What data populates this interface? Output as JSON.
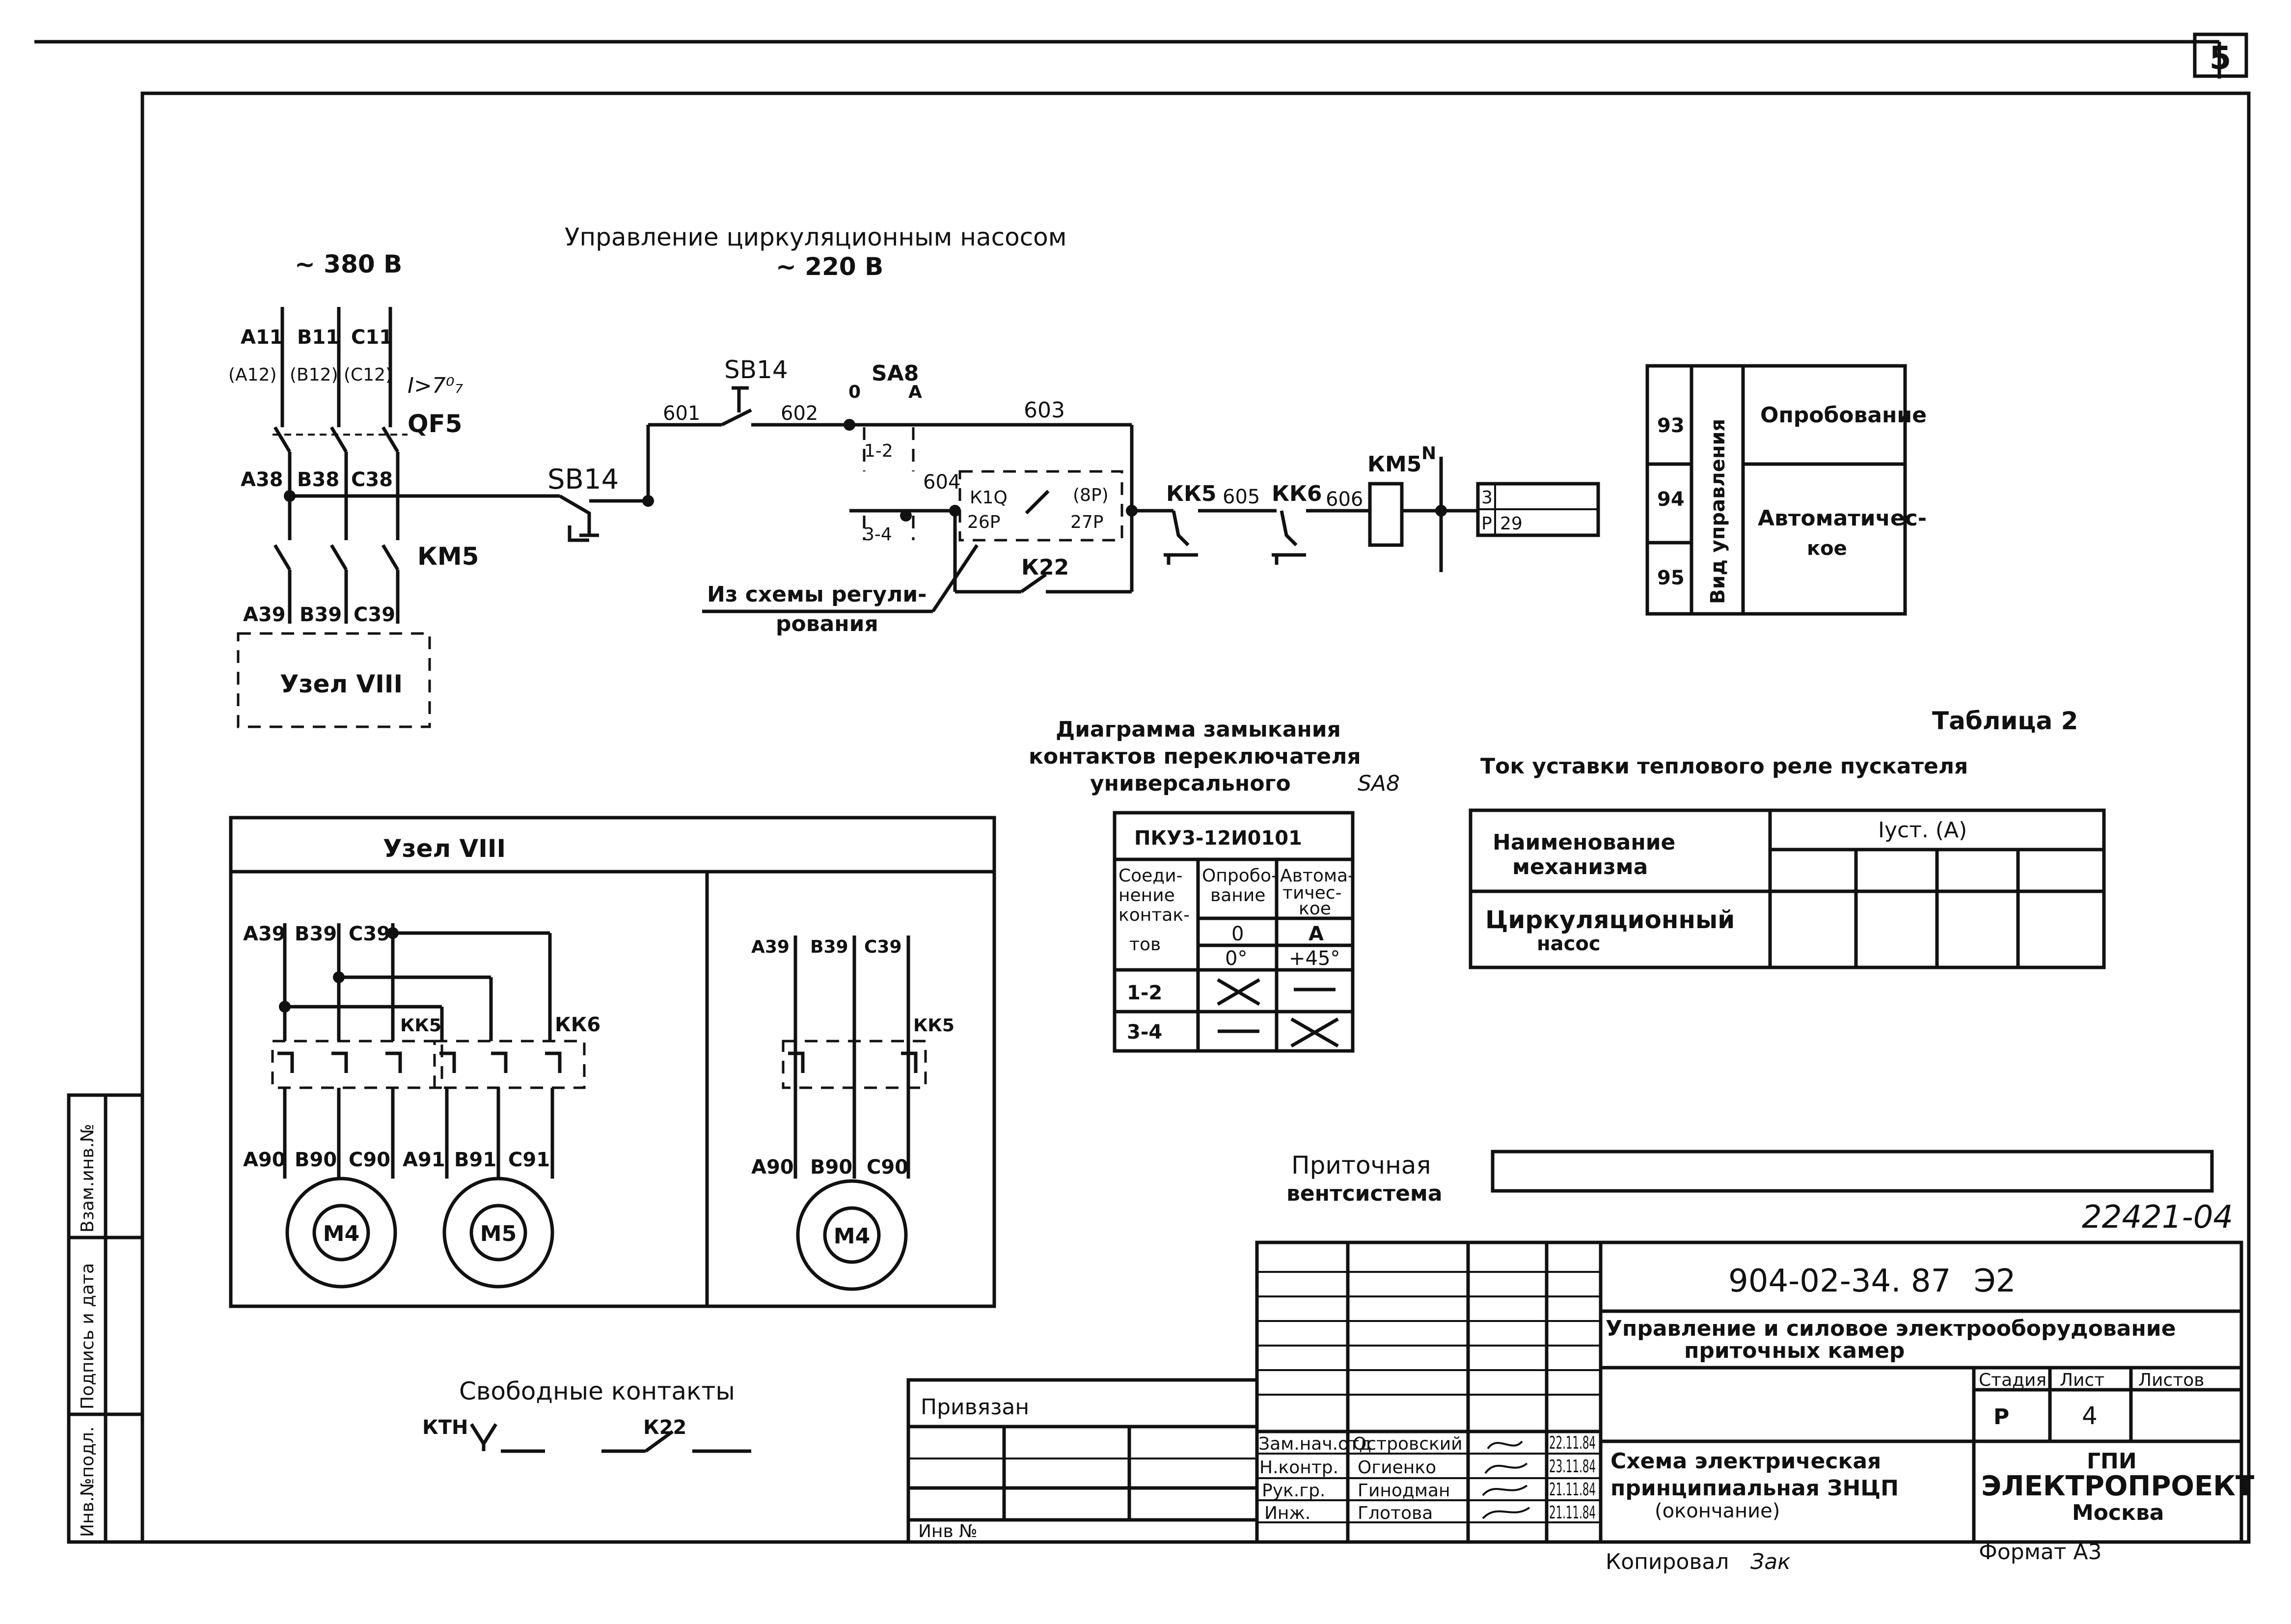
{
  "sheet": {
    "number": "5",
    "doc_id": "22421-04",
    "copied": "Копировал",
    "copied_note": "Зак",
    "format": "Формат А3"
  },
  "side_stamp": [
    "Инв.№подл.",
    "Подпись и дата",
    "Взам.инв.№"
  ],
  "control_scheme": {
    "title": "Управление циркуляционным насосом",
    "control_voltage": "~ 220 В",
    "supply_voltage": "~ 380 В",
    "phases_top": [
      "А11",
      "В11",
      "С11"
    ],
    "phases_alt": [
      "(А12)",
      "(В12)",
      "(С12)"
    ],
    "breaker_setting": "I>7⁰₇",
    "breaker": "QF5",
    "phases_mid": [
      "А38",
      "В38",
      "С38"
    ],
    "contactor": "КМ5",
    "phases_low": [
      "А39",
      "В39",
      "С39"
    ],
    "node_label": "Узел VIII",
    "stop_button": "SB14",
    "start_button": "SB14",
    "wires": [
      "601",
      "602",
      "603",
      "604",
      "605",
      "606"
    ],
    "switch": "SA8",
    "switch_positions": [
      "0",
      "А"
    ],
    "switch_contacts": [
      "1-2",
      "3-4"
    ],
    "regulation_contacts": [
      "К1Q",
      "(8Р)",
      "26Р",
      "27Р"
    ],
    "relay": "К22",
    "regulation_note_1": "Из схемы регули-",
    "regulation_note_2": "рования",
    "thermal_relays": [
      "КК5",
      "КК6"
    ],
    "coil": "КМ5",
    "neutral": "N",
    "ref_numbers": [
      "3",
      "Р",
      "29"
    ]
  },
  "mode_table": {
    "rows": [
      "93",
      "94",
      "95"
    ],
    "header": "Вид управления",
    "modes": [
      "Опробование",
      "Автоматичес-",
      "кое"
    ]
  },
  "sa8_diagram": {
    "title_1": "Диаграмма замыкания",
    "title_2": "контактов переключателя",
    "title_3": "универсального",
    "title_4": "SА8",
    "model": "ПКУ3-12И0101",
    "col_header_1": [
      "Соеди-",
      "нение",
      "контак-",
      "тов"
    ],
    "col_header_2": [
      "Опробо-",
      "вание"
    ],
    "col_header_3": [
      "Автома-",
      "тичес-",
      "кое"
    ],
    "pos_labels": [
      "0",
      "А"
    ],
    "angles": [
      "0°",
      "+45°"
    ],
    "rows": [
      "1-2",
      "3-4"
    ]
  },
  "table2": {
    "label": "Таблица 2",
    "title": "Ток уставки теплового реле пускателя",
    "col_name_1": "Наименование",
    "col_name_2": "механизма",
    "col_current": "Iуст. (А)",
    "row_1": "Циркуляционный",
    "row_2": "насос"
  },
  "node8": {
    "title": "Узел VIII",
    "left_inputs": [
      "А39",
      "В39",
      "С39"
    ],
    "relays_left": [
      "КК5",
      "КК6"
    ],
    "left_outputs": [
      "А90",
      "В90",
      "С90",
      "А91",
      "В91",
      "С91"
    ],
    "motors_left": [
      "М4",
      "М5"
    ],
    "right_inputs": [
      "А39",
      "В39",
      "С39"
    ],
    "relay_right": "КК5",
    "right_outputs": [
      "А90",
      "В90",
      "С90"
    ],
    "motor_right": "М4"
  },
  "free_contacts": {
    "title": "Свободные контакты",
    "items": [
      "КТН",
      "К22"
    ]
  },
  "system": {
    "label_1": "Приточная",
    "label_2": "вентсистема"
  },
  "title_block": {
    "code": "904-02-34. 87",
    "code_suffix": "Э2",
    "project_1": "Управление и силовое электрооборудование",
    "project_2": "приточных камер",
    "stage_header": "Стадия",
    "sheet_header": "Лист",
    "sheets_header": "Листов",
    "stage": "Р",
    "sheet": "4",
    "drawing_1": "Схема электрическая",
    "drawing_2": "принципиальная ЗНЦП",
    "drawing_3": "(окончание)",
    "org_1": "ГПИ",
    "org_2": "ЭЛЕКТРОПРОЕКТ",
    "org_3": "Москва",
    "roles": [
      "Зам.нач.отд",
      "Н.контр.",
      "Рук.гр.",
      "Инж."
    ],
    "names": [
      "Островский",
      "Огиенко",
      "Гинодман",
      "Глотова"
    ],
    "dates": [
      "22.11.84",
      "23.11.84",
      "21.11.84",
      "21.11.84"
    ],
    "bound": "Привязан",
    "inv": "Инв №"
  }
}
